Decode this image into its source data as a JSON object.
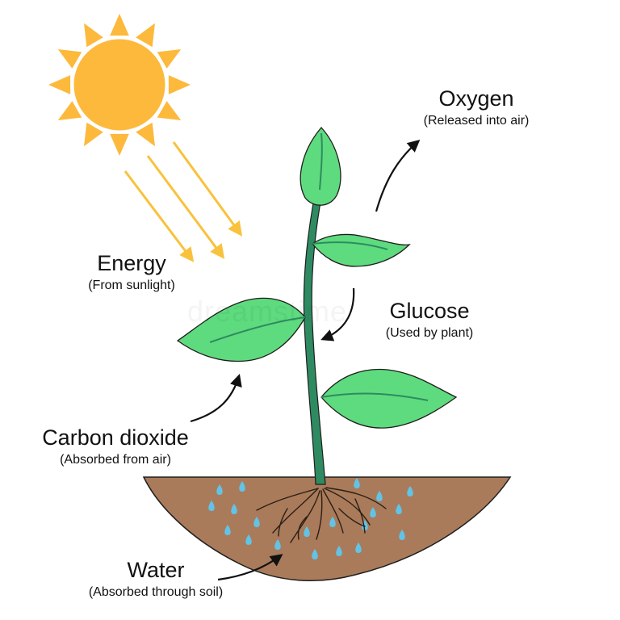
{
  "colors": {
    "sun": "#FDB93C",
    "ray": "#F9C23C",
    "leaf": "#5EDB7E",
    "stem": "#2E8B61",
    "outline": "#1E1E1E",
    "soil": "#A97B5A",
    "water": "#62C3E6",
    "root": "#2B1E16",
    "arrow": "#111111"
  },
  "icons": {
    "sun": "sun-icon",
    "rays": "sunlight-rays-icon",
    "water": "water-drop-icon",
    "arrow": "arrow-icon"
  },
  "labels": {
    "oxygen": {
      "title": "Oxygen",
      "sub": "(Released into air)"
    },
    "energy": {
      "title": "Energy",
      "sub": "(From sunlight)"
    },
    "glucose": {
      "title": "Glucose",
      "sub": "(Used by plant)"
    },
    "carbon": {
      "title": "Carbon dioxide",
      "sub": "(Absorbed from air)"
    },
    "water": {
      "title": "Water",
      "sub": "(Absorbed through soil)"
    }
  },
  "watermark": "dreamstime"
}
